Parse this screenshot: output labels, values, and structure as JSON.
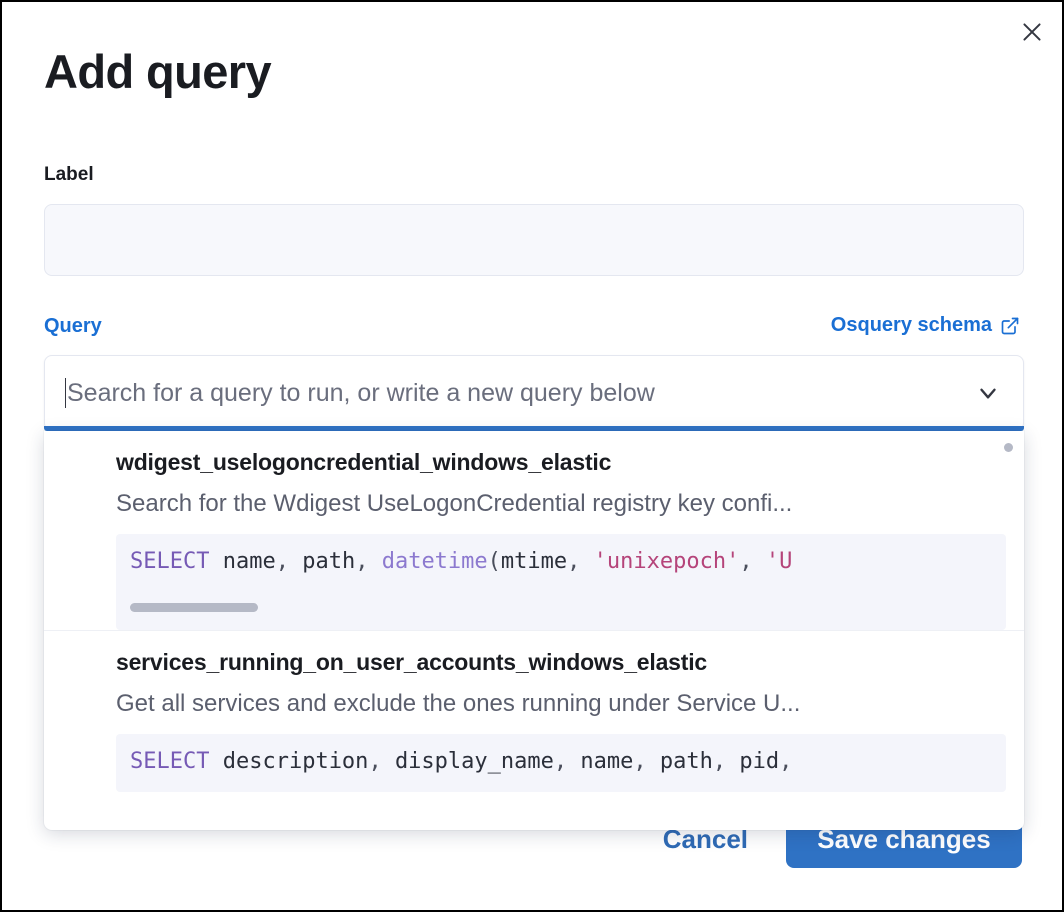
{
  "modal": {
    "title": "Add query",
    "close_icon": "close-icon"
  },
  "label_field": {
    "label": "Label",
    "value": "",
    "placeholder": ""
  },
  "query_field": {
    "label": "Query",
    "schema_link_text": "Osquery schema",
    "schema_link_icon": "external-link-icon",
    "combobox_placeholder": "Search for a query to run, or write a new query below",
    "combobox_value": "",
    "chevron_icon": "chevron-down-icon"
  },
  "dropdown": {
    "visible": true,
    "options": [
      {
        "title": "wdigest_uselogoncredential_windows_elastic",
        "description": "Search for the Wdigest UseLogonCredential registry key confi...",
        "code_tokens": [
          {
            "t": "SELECT",
            "c": "kw"
          },
          {
            "t": " name",
            "c": "pl"
          },
          {
            "t": ", ",
            "c": "punc"
          },
          {
            "t": "path",
            "c": "pl"
          },
          {
            "t": ", ",
            "c": "punc"
          },
          {
            "t": "datetime",
            "c": "fn"
          },
          {
            "t": "(",
            "c": "punc"
          },
          {
            "t": "mtime",
            "c": "pl"
          },
          {
            "t": ", ",
            "c": "punc"
          },
          {
            "t": "'unixepoch'",
            "c": "str"
          },
          {
            "t": ", ",
            "c": "punc"
          },
          {
            "t": "'U",
            "c": "str"
          }
        ],
        "has_code_scrollbar": true
      },
      {
        "title": "services_running_on_user_accounts_windows_elastic",
        "description": "Get all services and exclude the ones running under Service U...",
        "code_tokens": [
          {
            "t": "SELECT",
            "c": "kw"
          },
          {
            "t": " description",
            "c": "pl"
          },
          {
            "t": ", ",
            "c": "punc"
          },
          {
            "t": "display_name",
            "c": "pl"
          },
          {
            "t": ", ",
            "c": "punc"
          },
          {
            "t": "name",
            "c": "pl"
          },
          {
            "t": ", ",
            "c": "punc"
          },
          {
            "t": "path",
            "c": "pl"
          },
          {
            "t": ", ",
            "c": "punc"
          },
          {
            "t": "pid",
            "c": "pl"
          },
          {
            "t": ",",
            "c": "punc"
          }
        ],
        "has_code_scrollbar": false
      }
    ]
  },
  "footer": {
    "cancel_label": "Cancel",
    "save_label": "Save changes"
  },
  "colors": {
    "accent_blue": "#2f72c4",
    "link_blue": "#1a6fd4",
    "text_dark": "#1a1c21",
    "muted_text": "#5b5f6e",
    "input_bg": "#f7f8fc",
    "code_bg": "#f4f5fb",
    "sql_keyword": "#765ab5",
    "sql_function": "#8c79cf",
    "sql_string": "#b5447a"
  }
}
